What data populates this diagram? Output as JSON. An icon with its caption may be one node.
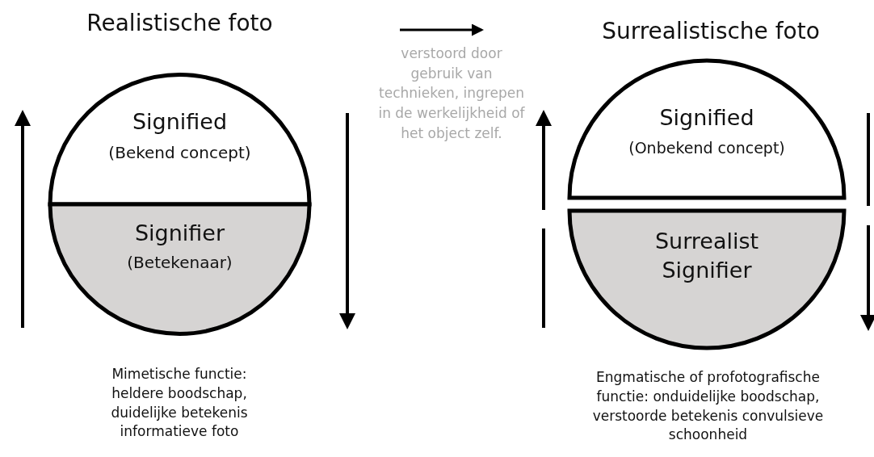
{
  "diagram": {
    "nodes": [
      {
        "text": [
          "Signified",
          "(Bekend concept)"
        ]
      },
      {
        "text": [
          "Signifier",
          "(Betekenaar)"
        ]
      },
      {
        "text": [
          "Signified",
          "(Onbekend concept)"
        ]
      },
      {
        "text": [
          "Surrealist Signifier"
        ]
      }
    ],
    "labels": [
      "Realistische foto",
      "verstoord door gebruik van technieken, ingrepen in de werkelijkheid of het object zelf.",
      "Surrealistische foto",
      "Mimetische functie: heldere boodschap, duidelijke betekenis informatieve foto",
      "Engmatische of profotografische functie: onduidelijke boodschap, verstoorde betekenis convulsieve schoonheid"
    ]
  }
}
